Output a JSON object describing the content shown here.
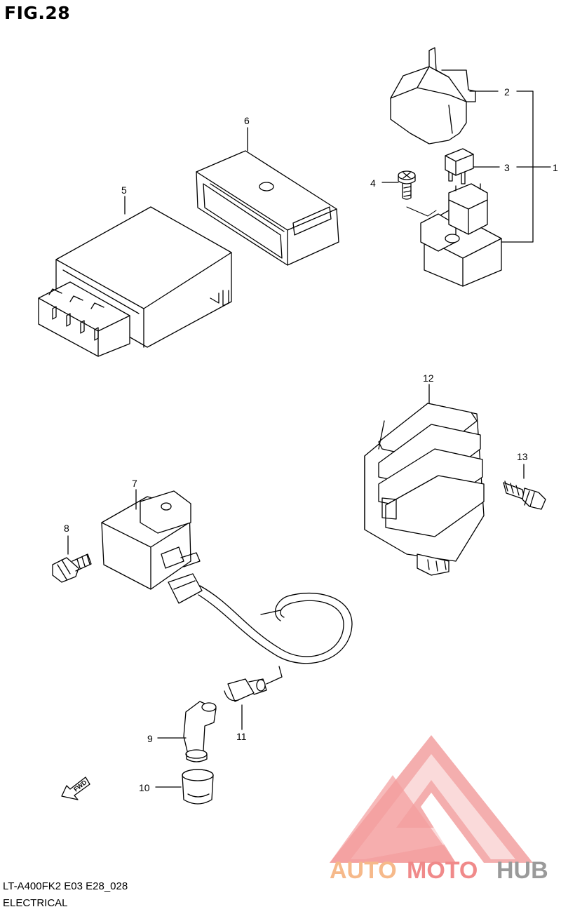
{
  "figure": {
    "title": "FIG.28",
    "caption_model": "LT-A400FK2 E03 E28_028",
    "caption_section": "ELECTRICAL"
  },
  "callouts": [
    {
      "number": "1"
    },
    {
      "number": "2"
    },
    {
      "number": "3"
    },
    {
      "number": "4"
    },
    {
      "number": "5"
    },
    {
      "number": "6"
    },
    {
      "number": "7"
    },
    {
      "number": "8"
    },
    {
      "number": "9"
    },
    {
      "number": "10"
    },
    {
      "number": "11"
    },
    {
      "number": "12"
    },
    {
      "number": "13"
    }
  ],
  "fwd_label": "FWD",
  "watermark": {
    "text_auto": "AUTO",
    "text_moto": "MOTO",
    "text_hub": "HUB",
    "colors": {
      "logo_red": "#f08a8a",
      "auto": "#f6b98a",
      "moto": "#f08a8a",
      "hub": "#9a9a9a"
    }
  }
}
